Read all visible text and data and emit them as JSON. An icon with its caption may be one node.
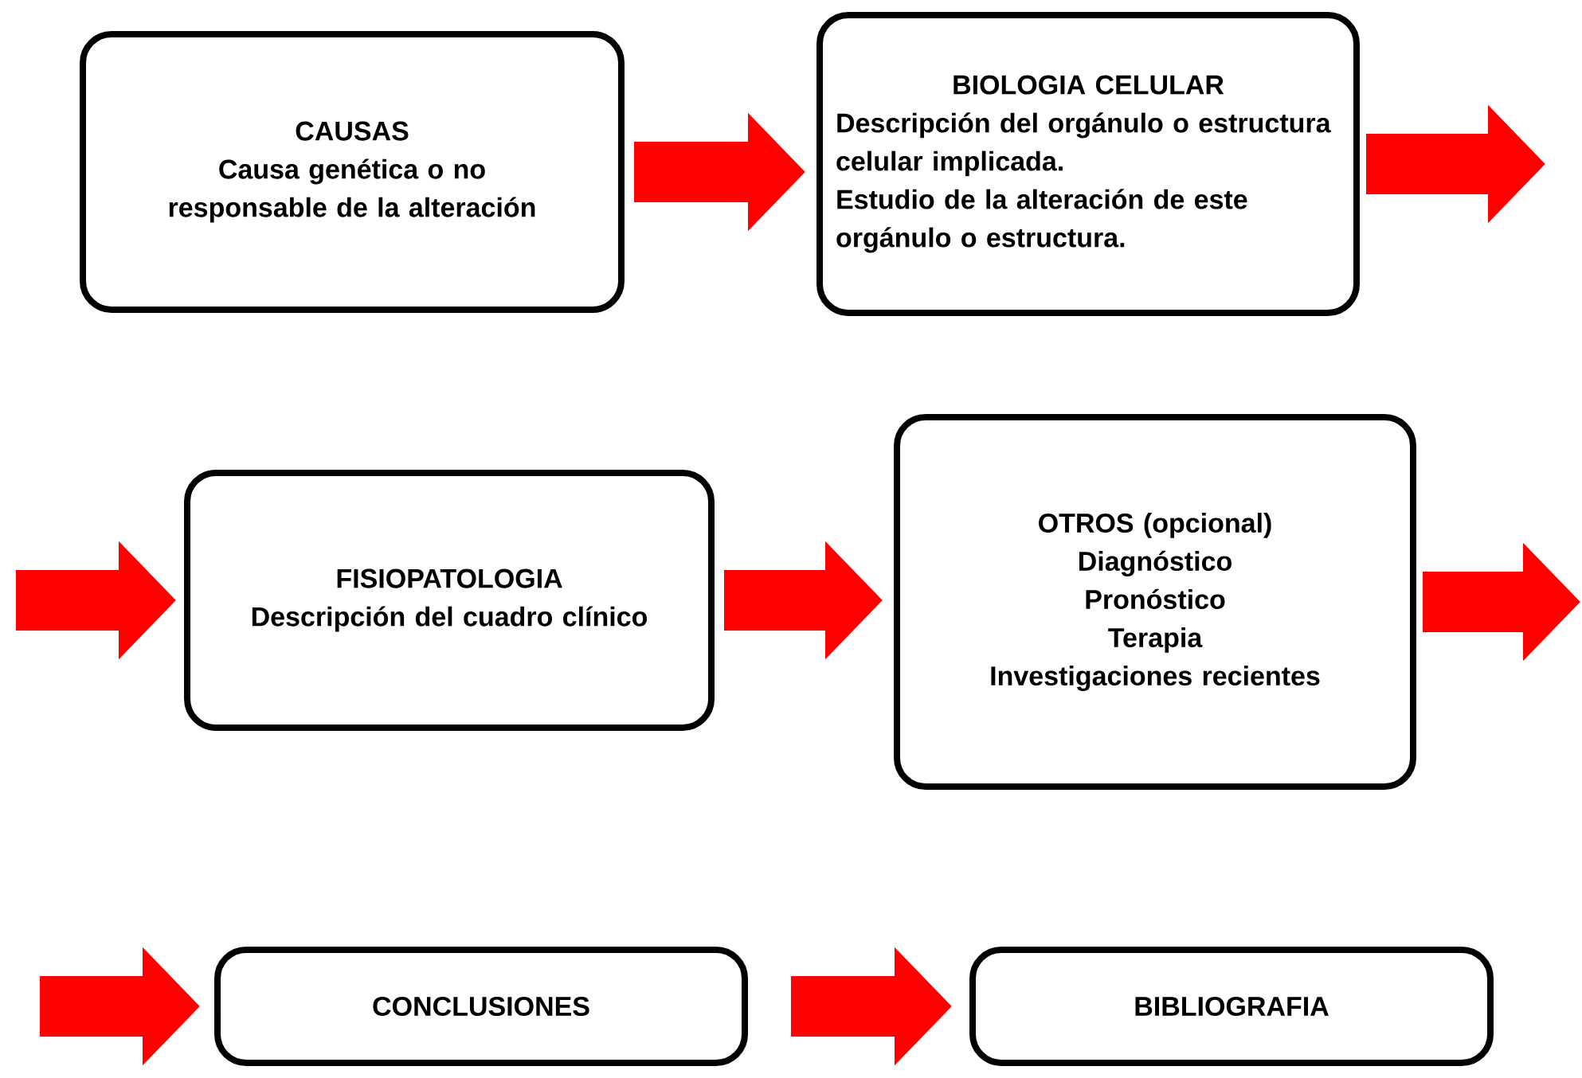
{
  "diagram": {
    "nodes": [
      {
        "text": [
          "CAUSAS",
          "Causa genética o no responsable de la alteración"
        ]
      },
      {
        "text": [
          "BIOLOGIA CELULAR",
          "Descripción del orgánulo o estructura celular implicada.",
          "Estudio de la alteración de este orgánulo o estructura."
        ]
      },
      {
        "text": [
          "FISIOPATOLOGIA",
          "Descripción del cuadro clínico"
        ]
      },
      {
        "text": [
          "OTROS (opcional)",
          "Diagnóstico",
          "Pronóstico",
          "Terapia",
          "Investigaciones recientes"
        ]
      },
      {
        "text": [
          "CONCLUSIONES"
        ]
      },
      {
        "text": [
          "BIBLIOGRAFIA"
        ]
      }
    ],
    "edges": [
      {
        "from": 0,
        "to": 1,
        "arrow": "to"
      },
      {
        "from": 1,
        "to": null,
        "arrow": "to"
      },
      {
        "from": null,
        "to": 2,
        "arrow": "to"
      },
      {
        "from": 2,
        "to": 3,
        "arrow": "to"
      },
      {
        "from": 3,
        "to": null,
        "arrow": "to"
      },
      {
        "from": null,
        "to": 4,
        "arrow": "to"
      },
      {
        "from": 4,
        "to": 5,
        "arrow": "to"
      }
    ]
  }
}
